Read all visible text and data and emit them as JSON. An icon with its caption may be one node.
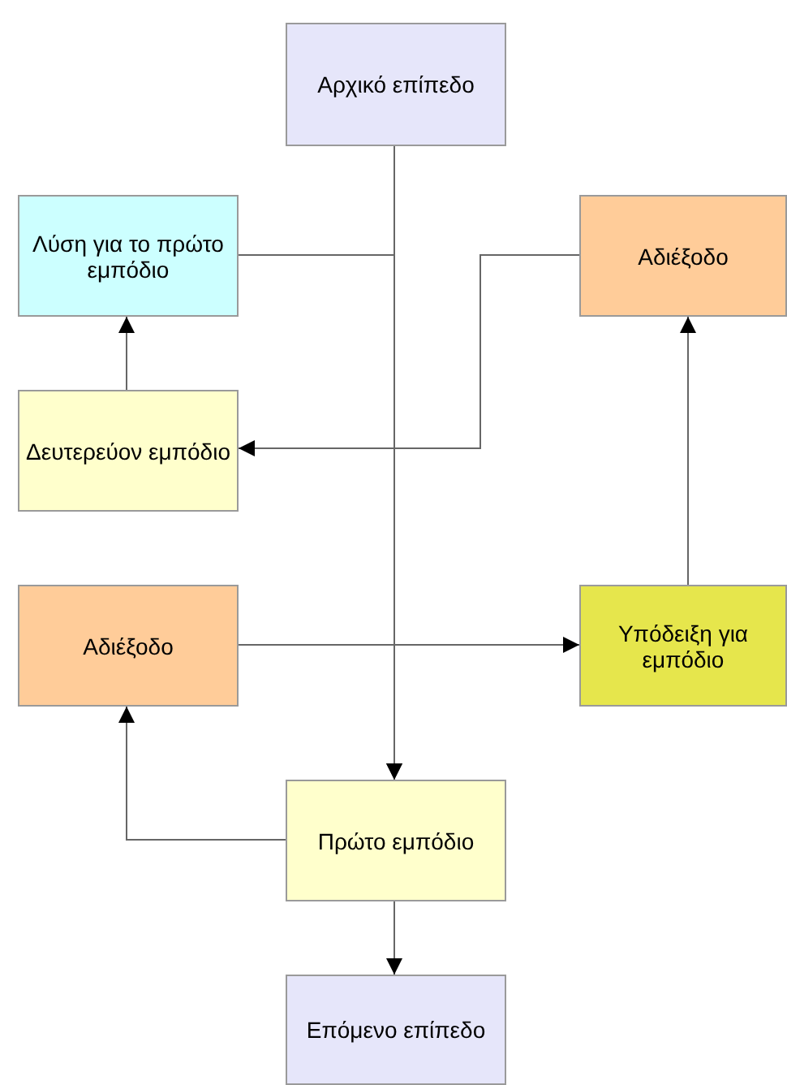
{
  "diagram": {
    "nodes": [
      {
        "text": [
          "Αρχικό επίπεδο"
        ]
      },
      {
        "text": [
          "Λύση για το πρώτο εμπόδιο"
        ]
      },
      {
        "text": [
          "Αδιέξοδο"
        ]
      },
      {
        "text": [
          "Δευτερεύον εμπόδιο"
        ]
      },
      {
        "text": [
          "Αδιέξοδο"
        ]
      },
      {
        "text": [
          "Υπόδειξη για εμπόδιο"
        ]
      },
      {
        "text": [
          "Πρώτο εμπόδιο"
        ]
      },
      {
        "text": [
          "Επόμενο επίπεδο"
        ]
      }
    ],
    "edges": [
      {
        "from": 0,
        "to": 6,
        "arrow": "to"
      },
      {
        "from": 1,
        "to": 6,
        "arrow": "to"
      },
      {
        "from": 6,
        "to": 4,
        "arrow": "to"
      },
      {
        "from": 4,
        "to": 5,
        "arrow": "to"
      },
      {
        "from": 5,
        "to": 2,
        "arrow": "to"
      },
      {
        "from": 2,
        "to": 3,
        "arrow": "to"
      },
      {
        "from": 3,
        "to": 1,
        "arrow": "to"
      },
      {
        "from": 6,
        "to": 7,
        "arrow": "to"
      }
    ]
  }
}
